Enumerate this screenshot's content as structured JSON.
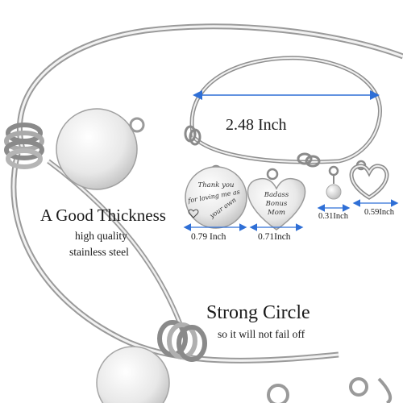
{
  "labels": {
    "thickness_title": "A Good Thickness",
    "thickness_line1": "high quality",
    "thickness_line2": "stainless steel",
    "strong_title": "Strong Circle",
    "strong_sub": "so it will not fail off",
    "width_dim": "2.48 Inch",
    "charm1_dim": "0.79 Inch",
    "charm2_dim": "0.71Inch",
    "pearl_dim": "0.31Inch",
    "heart_dim": "0.59Inch"
  },
  "charms": {
    "round_charm_engraving": [
      "Thank you",
      "for loving me as",
      "your own"
    ],
    "heart_charm_engraving": [
      "Badass",
      "Bonus",
      "Mom"
    ]
  },
  "colors": {
    "steel_light": "#f2f2f2",
    "steel_mid": "#c9c9c9",
    "steel_dark": "#7a7a7a",
    "dimension_blue": "#2f6fd6",
    "pearl": "#eeeeee"
  }
}
